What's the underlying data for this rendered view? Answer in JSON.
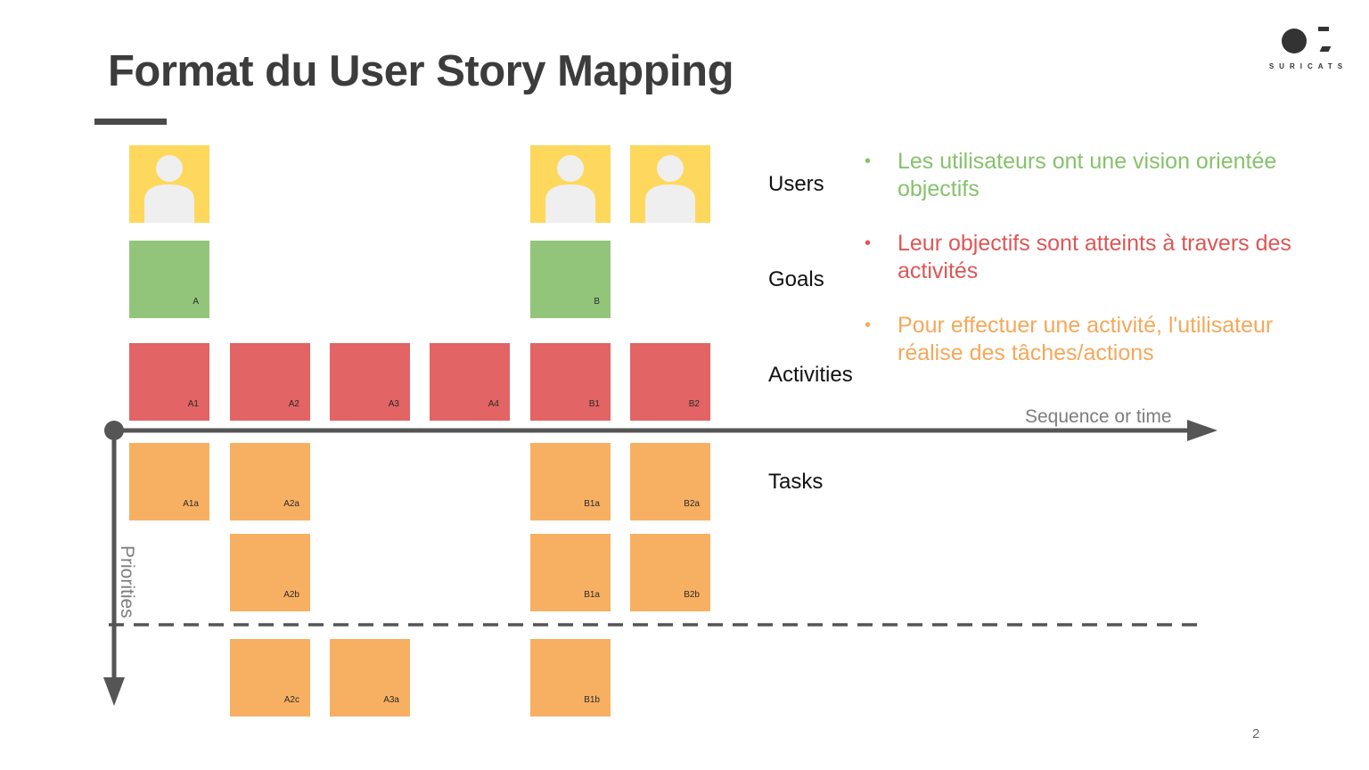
{
  "slide": {
    "title": "Format du User Story Mapping",
    "page_number": "2"
  },
  "logo": {
    "text": "SURICATS"
  },
  "rows": {
    "users": "Users",
    "goals": "Goals",
    "activities": "Activities",
    "tasks": "Tasks"
  },
  "goals": {
    "a": "A",
    "b": "B"
  },
  "activities": {
    "a1": "A1",
    "a2": "A2",
    "a3": "A3",
    "a4": "A4",
    "b1": "B1",
    "b2": "B2"
  },
  "tasks": {
    "a1a": "A1a",
    "a2a": "A2a",
    "b1a": "B1a",
    "b2a": "B2a",
    "a2b": "A2b",
    "b1a_2": "B1a",
    "b2b": "B2b",
    "a2c": "A2c",
    "a3a": "A3a",
    "b1b": "B1b"
  },
  "axes": {
    "horizontal_label": "Sequence or time",
    "vertical_label": "Priorities"
  },
  "bullets": [
    {
      "text": "Les utilisateurs ont une vision orientée objectifs",
      "color": "#86c26b"
    },
    {
      "text": "Leur objectifs sont atteints à travers des activités",
      "color": "#e05555"
    },
    {
      "text": "Pour effectuer une activité, l'utilisateur réalise des tâches/actions",
      "color": "#f5a85a"
    }
  ],
  "colors": {
    "user_card": "#fdd85c",
    "goal_card": "#92c57a",
    "activity_card": "#e26464",
    "task_card": "#f7b062",
    "axis": "#555555"
  }
}
